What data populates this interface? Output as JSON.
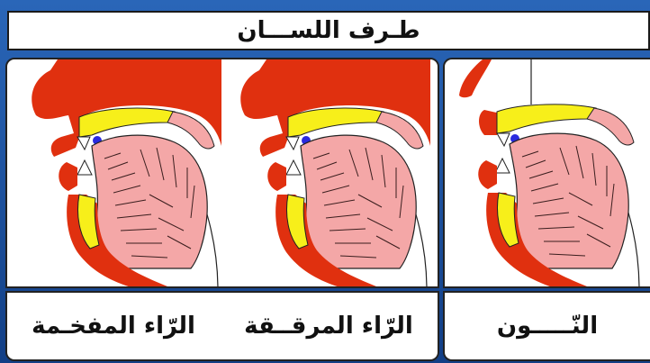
{
  "header": {
    "title": "طـرف اللســـان"
  },
  "panels": [
    {
      "label": "الرّاء المفخـمة",
      "place": "left-a"
    },
    {
      "label": "الرّاء المرقــقة",
      "place": "left-b"
    },
    {
      "label": "النّـــــون",
      "place": "right"
    }
  ],
  "colors": {
    "background": "#1d4f9a",
    "palate_red": "#e0300f",
    "hard_palate_yellow": "#f7ef1a",
    "tongue_pink": "#f4a7a7",
    "tongue_lines": "#3a1e1e",
    "contact_point": "#2a2adf"
  }
}
